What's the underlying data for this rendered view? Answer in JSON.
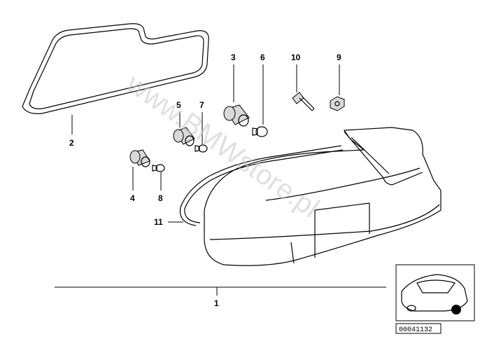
{
  "callouts": {
    "c1": "1",
    "c2": "2",
    "c3": "3",
    "c4": "4",
    "c5": "5",
    "c6": "6",
    "c7": "7",
    "c8": "8",
    "c9": "9",
    "c10": "10",
    "c11": "11"
  },
  "watermark": "www.BMWstore.pl",
  "reference_code": "00041132"
}
